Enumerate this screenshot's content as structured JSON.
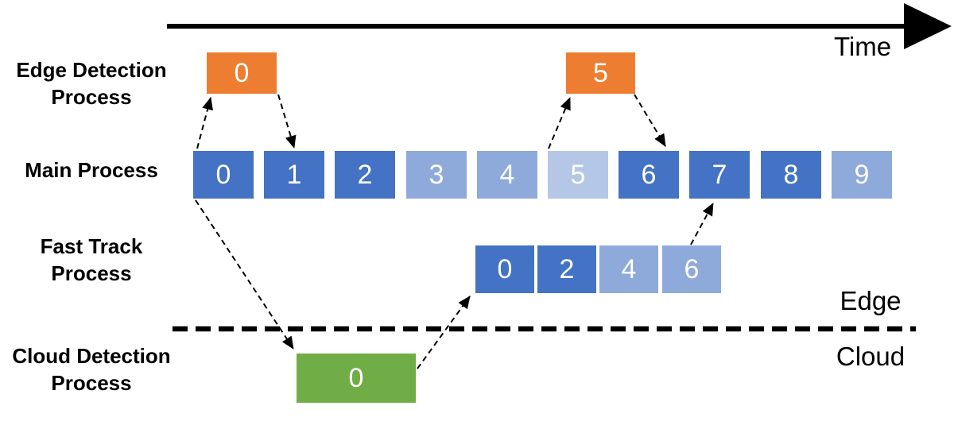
{
  "time_label": "Time",
  "edge_label": "Edge",
  "cloud_label": "Cloud",
  "colors": {
    "primary_blue": "#4472C4",
    "light_blue": "#8EAADB",
    "lighter_blue": "#B4C7E7",
    "orange": "#ED7D31",
    "green": "#70AD47",
    "line_black": "#000000"
  },
  "rows": {
    "edge_detection": {
      "label": "Edge Detection\nProcess",
      "boxes": [
        {
          "value": "0",
          "color": "#ED7D31"
        },
        {
          "value": "5",
          "color": "#ED7D31"
        }
      ]
    },
    "main": {
      "label": "Main Process",
      "boxes": [
        {
          "value": "0",
          "color": "#4472C4"
        },
        {
          "value": "1",
          "color": "#4472C4"
        },
        {
          "value": "2",
          "color": "#4472C4"
        },
        {
          "value": "3",
          "color": "#8EAADB"
        },
        {
          "value": "4",
          "color": "#8EAADB"
        },
        {
          "value": "5",
          "color": "#B4C7E7"
        },
        {
          "value": "6",
          "color": "#4472C4"
        },
        {
          "value": "7",
          "color": "#4472C4"
        },
        {
          "value": "8",
          "color": "#4472C4"
        },
        {
          "value": "9",
          "color": "#8EAADB"
        }
      ]
    },
    "fast_track": {
      "label": "Fast Track\nProcess",
      "boxes": [
        {
          "value": "0",
          "color": "#4472C4"
        },
        {
          "value": "2",
          "color": "#4472C4"
        },
        {
          "value": "4",
          "color": "#8EAADB"
        },
        {
          "value": "6",
          "color": "#8EAADB"
        }
      ]
    },
    "cloud_detection": {
      "label": "Cloud Detection\nProcess",
      "boxes": [
        {
          "value": "0",
          "color": "#70AD47"
        }
      ]
    }
  }
}
